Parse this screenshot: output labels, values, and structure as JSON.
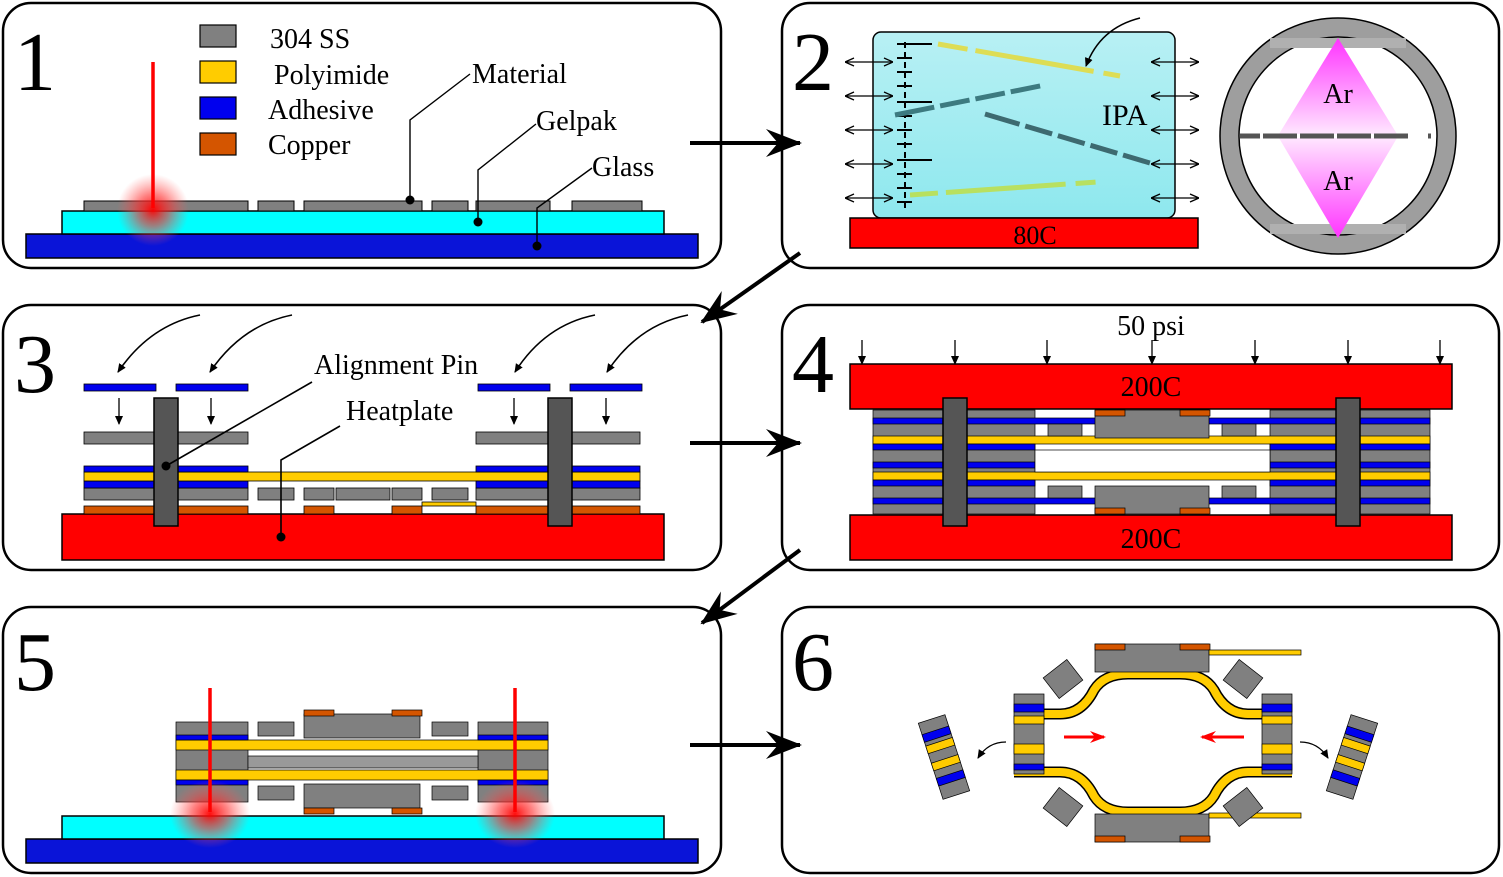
{
  "panels": {
    "p1": {
      "number": "1"
    },
    "p2": {
      "number": "2",
      "bath_label": "IPA",
      "heater_label": "80C",
      "gas_top": "Ar",
      "gas_bottom": "Ar"
    },
    "p3": {
      "number": "3",
      "pin_label": "Alignment Pin",
      "heatplate_label": "Heatplate"
    },
    "p4": {
      "number": "4",
      "pressure_label": "50 psi",
      "top_plate_label": "200C",
      "bottom_plate_label": "200C"
    },
    "p5": {
      "number": "5"
    },
    "p6": {
      "number": "6"
    }
  },
  "legend": [
    {
      "label": "304 SS",
      "color": "#808080"
    },
    {
      "label": "Polyimide",
      "color": "#ffcc00"
    },
    {
      "label": "Adhesive",
      "color": "#0000ee"
    },
    {
      "label": "Copper",
      "color": "#d45500"
    }
  ],
  "callouts": {
    "material": "Material",
    "gelpak": "Gelpak",
    "glass": "Glass"
  },
  "colors": {
    "steel": "#808080",
    "polyimide": "#ffcc00",
    "adhesive": "#0a14d8",
    "copper": "#d45500",
    "gelpak": "#00ffff",
    "heater": "#ff0000",
    "laser": "#ff0000",
    "gas": "#ff66ff"
  }
}
